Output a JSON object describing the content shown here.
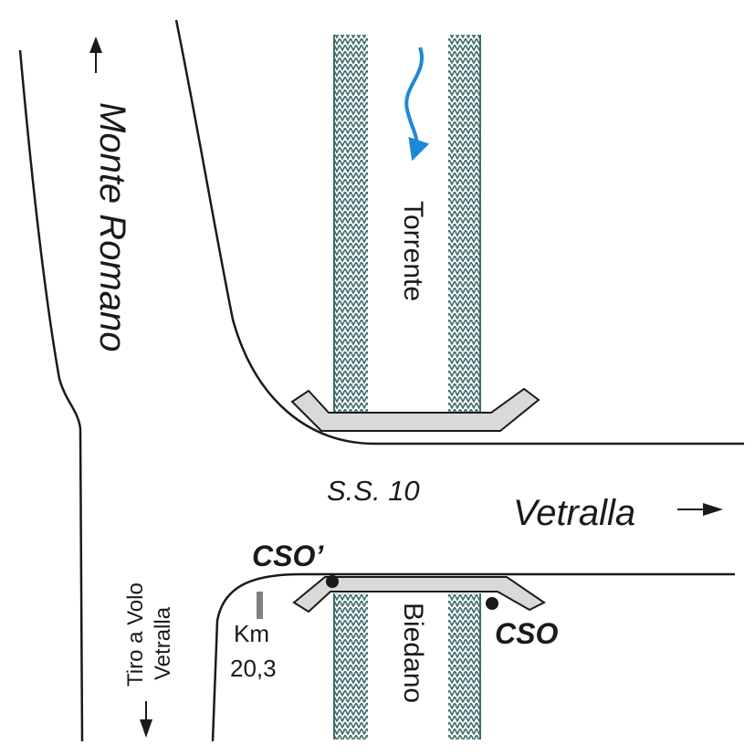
{
  "labels": {
    "monte_romano": "Monte Romano",
    "torrente": "Torrente",
    "ss10": "S.S. 10",
    "vetralla": "Vetralla",
    "cso_prime": "CSO’",
    "cso": "CSO",
    "biedano": "Biedano",
    "km": "Km",
    "km_value": "20,3",
    "tiro_a_volo": "Tiro a Volo",
    "tiro_vetralla": "Vetralla"
  },
  "colors": {
    "road_line": "#1a1a1a",
    "river_hatch": "#3d6b6b",
    "bridge_fill": "#d9d9d9",
    "flow_arrow": "#1e88d8",
    "km_marker": "#808080"
  },
  "icons": {
    "north_arrow": "arrow-up-icon",
    "east_arrow": "arrow-right-icon",
    "south_arrow": "arrow-down-icon",
    "flow_arrow": "wavy-arrow-down-icon"
  }
}
